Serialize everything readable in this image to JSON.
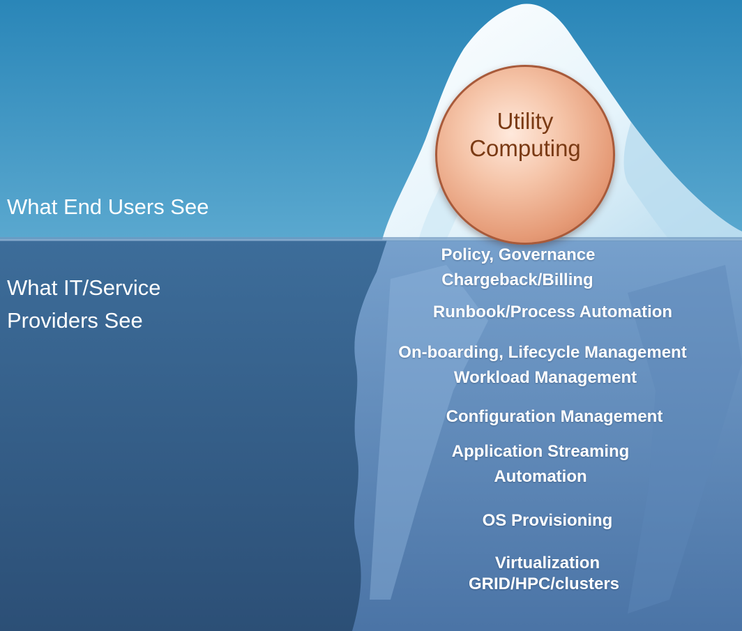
{
  "above_water_label": "What End Users See",
  "below_water_label": [
    "What IT/Service",
    "Providers See"
  ],
  "tip": [
    "Utility",
    "Computing"
  ],
  "layers": [
    "Policy, Governance",
    "Chargeback/Billing",
    "Runbook/Process Automation",
    "On-boarding, Lifecycle Management",
    "Workload Management",
    "Configuration Management",
    "Application Streaming",
    "Automation",
    "OS Provisioning",
    "Virtualization",
    "GRID/HPC/clusters"
  ],
  "colors": {
    "sky_top": "#2a86b8",
    "sky_bottom": "#5aa8cf",
    "water_top": "#3d6d9a",
    "water_bottom": "#2c4f76",
    "ice_light": "#f4fbff",
    "ice_shadow": "#a9d2e8",
    "ice_under": "#6f9acb",
    "tip_text": "#7a3a14"
  }
}
